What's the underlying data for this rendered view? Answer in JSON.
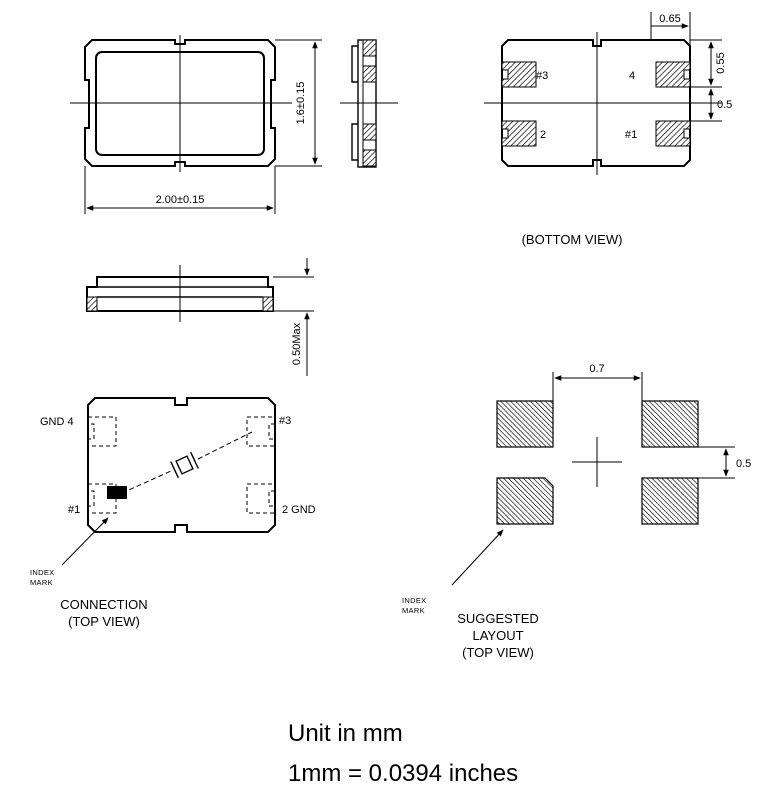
{
  "top_package": {
    "height_dim": "1.6±0.15",
    "width_dim": "2.00±0.15"
  },
  "bottom_view": {
    "dim_pad_width": "0.65",
    "dim_pad_height": "0.55",
    "dim_gap": "0.5",
    "pin3": "#3",
    "pin4": "4",
    "pin2": "2",
    "pin1": "#1",
    "caption": "(BOTTOM VIEW)"
  },
  "side_view": {
    "height_dim": "0.50Max"
  },
  "connection": {
    "gnd4": "GND 4",
    "pin3": "#3",
    "pin1": "#1",
    "gnd2": "2 GND",
    "index_line1": "INDEX",
    "index_line2": "MARK",
    "caption_line1": "CONNECTION",
    "caption_line2": "(TOP VIEW)"
  },
  "layout": {
    "dim_pitch": "0.7",
    "dim_gap": "0.5",
    "index_line1": "INDEX",
    "index_line2": "MARK",
    "caption_line1": "SUGGESTED",
    "caption_line2": "LAYOUT",
    "caption_line3": "(TOP VIEW)"
  },
  "footer": {
    "unit_line": "Unit in mm",
    "conversion_line": "1mm = 0.0394 inches"
  }
}
